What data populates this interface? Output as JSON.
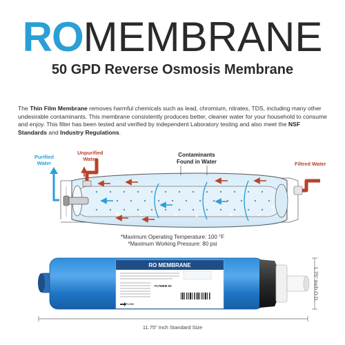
{
  "header": {
    "brand_ro": "RO",
    "brand_rest": "MEMBRANE",
    "subtitle": "50 GPD Reverse Osmosis Membrane"
  },
  "description": {
    "p1": "The ",
    "b1": "Thin Film Membrane",
    "p2": " removes harmful chemicals such as lead, chromium, nitrates, TDS, including many other undesirable contaminants. This membrane consistently produces better, cleaner water for your household to consume and enjoy. This filter has been tested and verified by independent Laboratory testing and also meet the ",
    "b2": "NSF Standards",
    "p3": " and ",
    "b3": "Industry Regulations",
    "p4": "."
  },
  "diagram": {
    "purified_line1": "Purified",
    "purified_line2": "Water",
    "unpurified_line1": "Unpurified",
    "unpurified_line2": "Water",
    "contaminants_line1": "Contaminants",
    "contaminants_line2": "Found in Water",
    "filtred": "Filtred Water"
  },
  "specs": {
    "temp": "*Maximum Operating Temperature: 100 °F",
    "pressure": "*Maximum Working Pressure: 80 psi"
  },
  "product": {
    "label_title": "RO MEMBRANE",
    "model": "FLTMEM 50",
    "flow": "FLOW"
  },
  "dimensions": {
    "length": "11.75\" Inch Standard Size",
    "od": "1.75\" Inch O.D."
  },
  "colors": {
    "brand_blue": "#2a9fd6",
    "arrow_red": "#b8432a",
    "membrane_blue": "#1f77c6"
  }
}
